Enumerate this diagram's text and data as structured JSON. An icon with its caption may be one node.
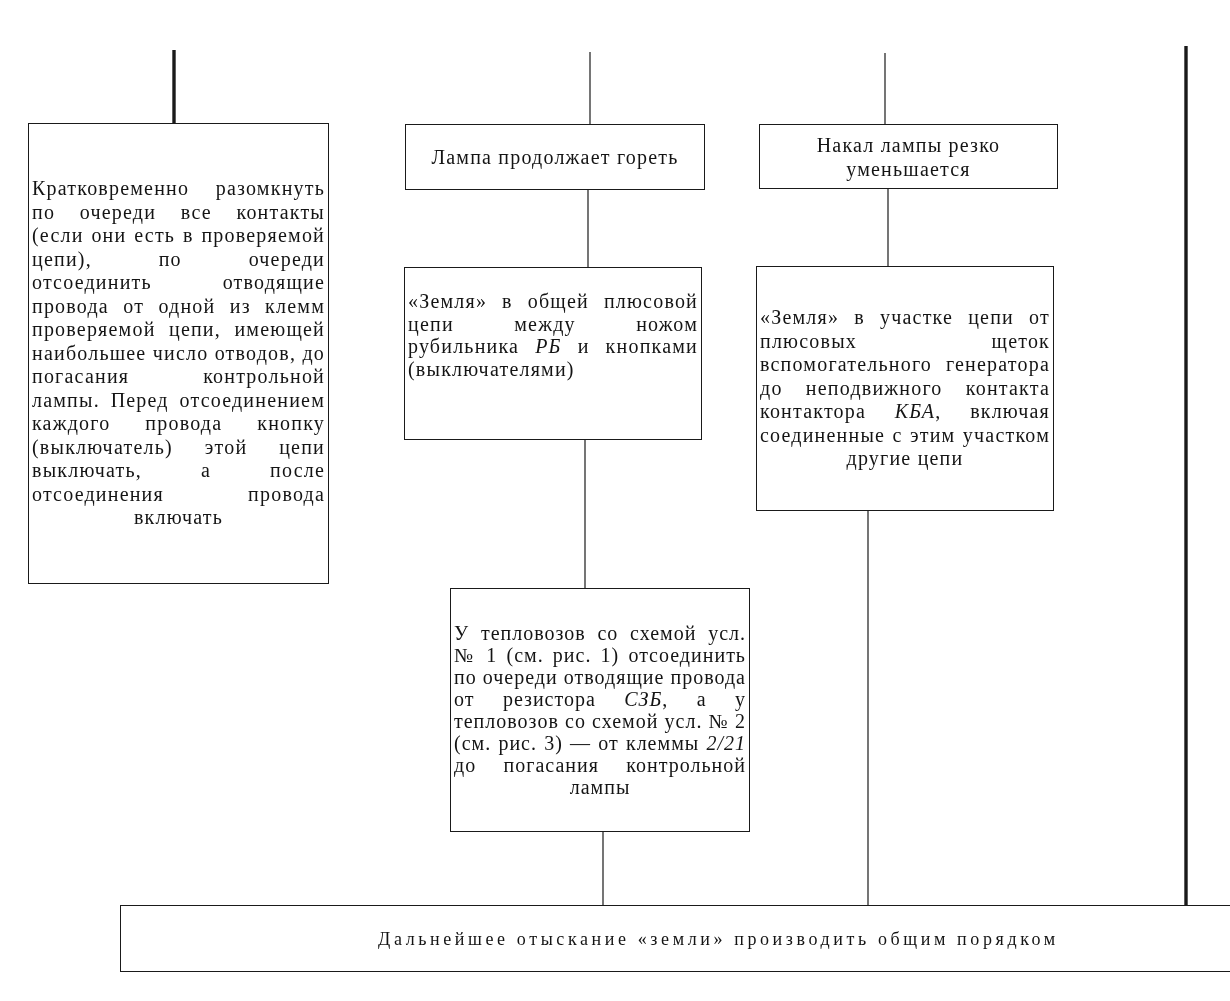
{
  "diagram": {
    "nodes": [
      {
        "text": [
          "Кратковременно разомкнуть по очереди все контакты (если они есть в проверяемой цепи), по очереди отсоединить отводящие провода от одной из клемм проверяемой цепи, имеющей наибольшее число отводов, до погасания контрольной лампы. Перед отсоединением каждого провода кнопку (выключатель) этой цепи выключать, а после отсоединения провода включать"
        ]
      },
      {
        "text": [
          "Лампа продолжает гореть"
        ]
      },
      {
        "text": [
          "Накал лампы резко уменьшается"
        ]
      },
      {
        "text": [
          "«Земля» в общей плюсовой цепи между ножом рубильника *РБ* и кнопками (выключателями)"
        ]
      },
      {
        "text": [
          "«Земля» в участке цепи от плюсовых щеток вспомогательного генератора до неподвижного контакта контактора *КБА*, включая соединенные с этим участком другие цепи"
        ]
      },
      {
        "text": [
          "У тепловозов со схемой усл. № 1 (см. рис. 1) отсоединить по очереди отводящие провода от резистора *СЗБ*, а у тепловозов со схемой усл. № 2 (см. рис. 3) — от клеммы *2/21* до погасания контрольной лампы"
        ]
      },
      {
        "text": [
          "Дальнейшее отыскание «земли» производить общим порядком"
        ]
      }
    ],
    "edges": [
      {
        "from": null,
        "to": 0,
        "arrow": "none",
        "style": "thick"
      },
      {
        "from": null,
        "to": 1,
        "arrow": "none"
      },
      {
        "from": null,
        "to": 2,
        "arrow": "none"
      },
      {
        "from": 1,
        "to": 3,
        "arrow": "none"
      },
      {
        "from": 2,
        "to": 4,
        "arrow": "none"
      },
      {
        "from": 3,
        "to": 5,
        "arrow": "none"
      },
      {
        "from": 4,
        "to": 6,
        "arrow": "none"
      },
      {
        "from": 5,
        "to": 6,
        "arrow": "none"
      },
      {
        "from": null,
        "to": 6,
        "arrow": "none",
        "style": "thick"
      }
    ]
  }
}
